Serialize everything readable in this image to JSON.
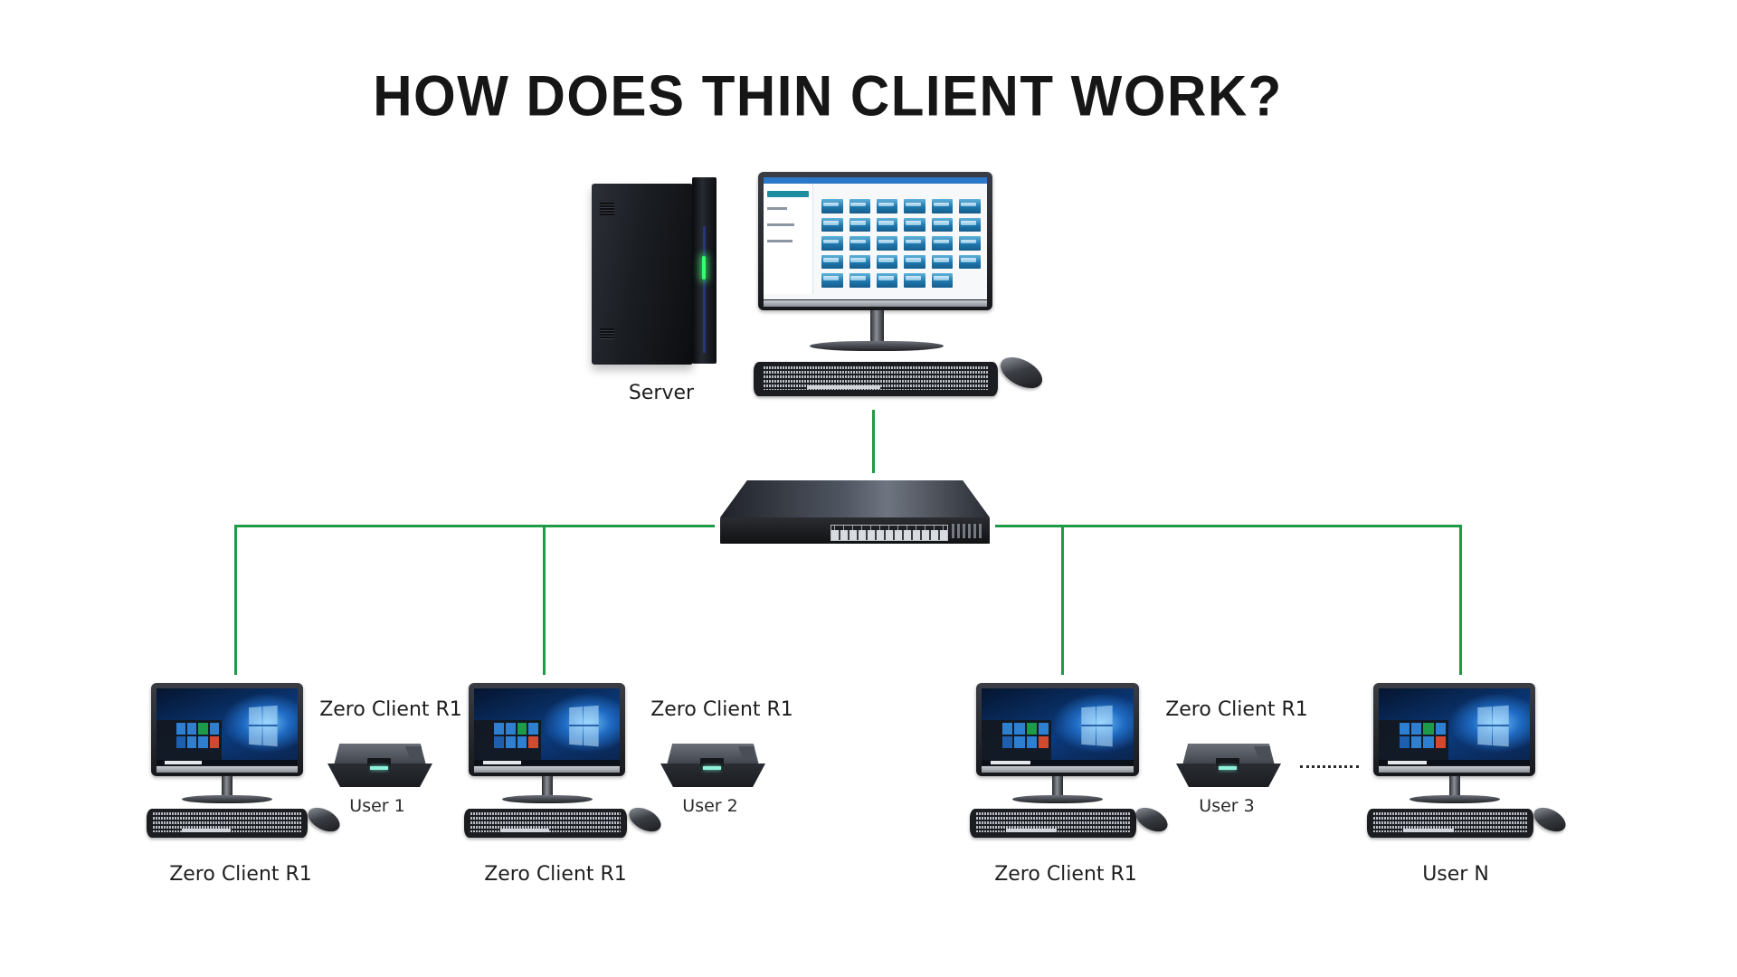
{
  "title": "HOW DOES THIN CLIENT WORK?",
  "server": {
    "label": "Server",
    "icon": "server-tower-icon",
    "workstation_icon": "monitor-icon"
  },
  "network": {
    "switch_icon": "network-switch-icon",
    "line_color": "#1f9a45"
  },
  "clients": [
    {
      "top_label": "Zero Client R1",
      "device_label": "User 1",
      "bottom_label": "Zero Client R1"
    },
    {
      "top_label": "Zero Client R1",
      "device_label": "User 2",
      "bottom_label": "Zero Client R1"
    },
    {
      "top_label": "Zero Client R1",
      "device_label": "User 3",
      "bottom_label": "Zero Client R1"
    },
    {
      "top_label": null,
      "device_label": null,
      "bottom_label": "User N"
    }
  ],
  "ellipsis": "more-clients-dotted-line"
}
